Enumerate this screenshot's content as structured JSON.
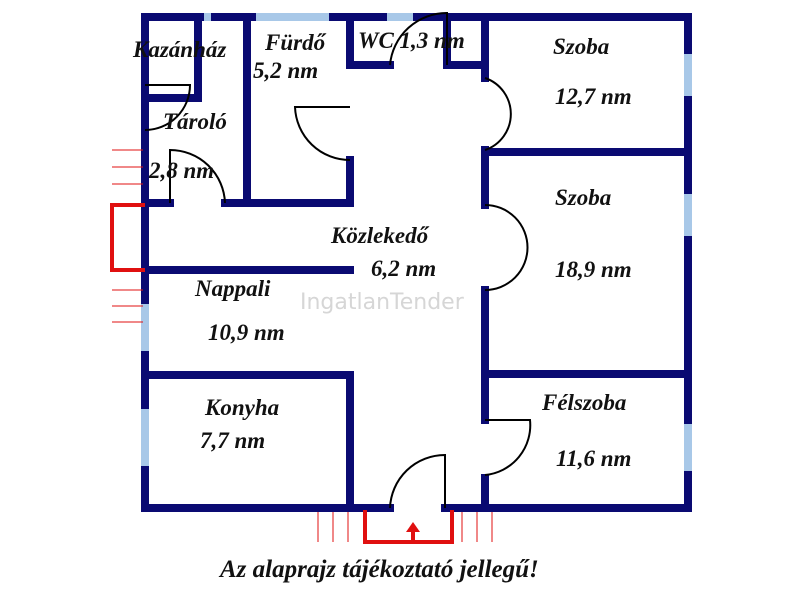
{
  "rooms": [
    {
      "name": "Kazánház"
    },
    {
      "name": "Fürdő",
      "area": "5,2 nm"
    },
    {
      "name": "WC",
      "area": "WC 1,3 nm"
    },
    {
      "name": "Szoba",
      "area": "12,7 nm"
    },
    {
      "name": "Tároló",
      "area": "2,8 nm"
    },
    {
      "name": "Szoba",
      "area": "18,9 nm"
    },
    {
      "name": "Közlekedő",
      "area": "6,2 nm"
    },
    {
      "name": "Nappali",
      "area": "10,9 nm"
    },
    {
      "name": "Konyha",
      "area": "7,7 nm"
    },
    {
      "name": "Félszoba",
      "area": "11,6 nm"
    }
  ],
  "watermark": "IngatlanTender",
  "disclaimer": "Az alaprajz tájékoztató jellegű!",
  "colors": {
    "wall": "#0a0a72",
    "window": "#a8c8e8",
    "entrance": "#e01010"
  }
}
